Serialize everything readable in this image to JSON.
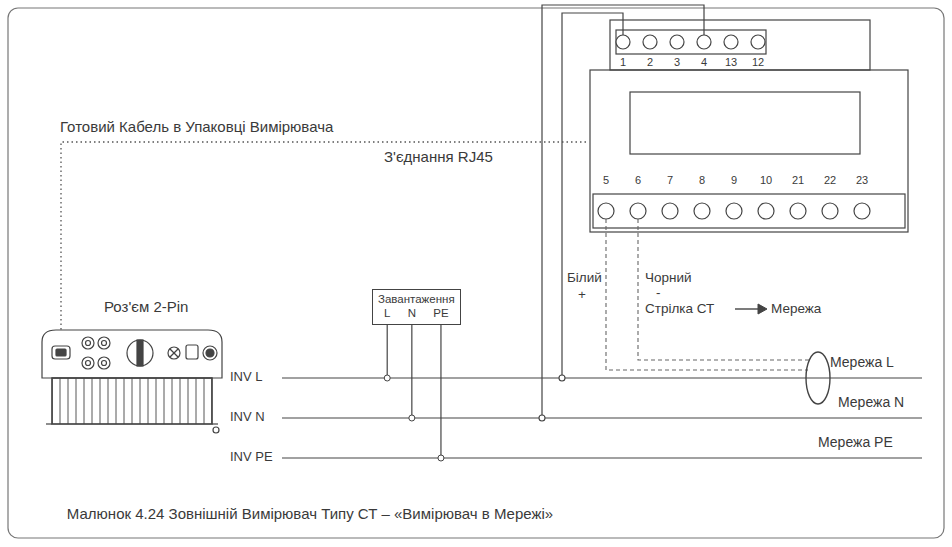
{
  "diagram": {
    "caption": "Малюнок 4.24 Зовнішній Вимірювач Типу СТ – «Вимірювач в Мережі»",
    "nodes": [
      {
        "text": [
          "Завантаження",
          "L",
          "N",
          "PE"
        ]
      }
    ],
    "labels": [
      "Готовий Кабель в Упаковці Вимірювача",
      "З'єднання RJ45",
      "Роз'єм 2-Pin",
      "Білий",
      "+",
      "Чорний",
      "-",
      "Стрілка СТ",
      "Мережа",
      "Мережа L",
      "Мережа N",
      "Мережа PE",
      "INV L",
      "INV N",
      "INV PE",
      "1",
      "2",
      "3",
      "4",
      "13",
      "12",
      "5",
      "6",
      "7",
      "8",
      "9",
      "10",
      "21",
      "22",
      "23"
    ]
  }
}
